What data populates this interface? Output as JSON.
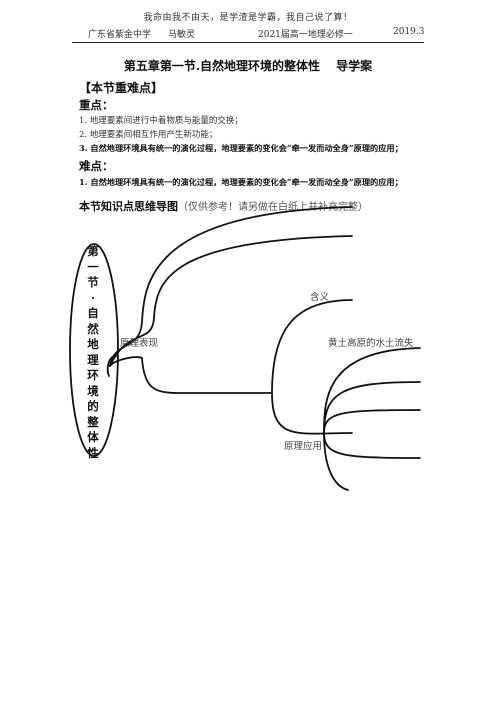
{
  "header": {
    "motto": "我命由我不由天，是学渣是学霸，我自己说了算！",
    "school": "广东省紫金中学",
    "author": "马敏灵",
    "course": "2021届高一地理必修一",
    "date": "2019.3"
  },
  "title": "第五章第一节.自然地理环境的整体性　 导学案",
  "key_points": {
    "heading": "【本节重难点】",
    "zhongdian_label": "重点：",
    "zhongdian_items": [
      "1. 地理要素间进行中着物质与能量的交换；",
      "2. 地理要素间相互作用产生新功能；",
      "3. 自然地理环境具有统一的演化过程，地理要素的变化会“牵一发而动全身”原理的应用；"
    ],
    "nandian_label": "难点：",
    "nandian_items": [
      "1. 自然地理环境具有统一的演化过程，地理要素的变化会“牵一发而动全身”原理的应用；"
    ]
  },
  "mindmap": {
    "heading": "本节知识点思维导图",
    "note": "（仅供参考！请另做在白纸上并补充完整）",
    "root_label": "第一节·自然地理环境的整体性",
    "branch_biaoxian": "原理表现",
    "branch_hanyi": "含义",
    "branch_huangtu": "黄土高原的水土流失",
    "branch_yingyong": "原理应用"
  }
}
